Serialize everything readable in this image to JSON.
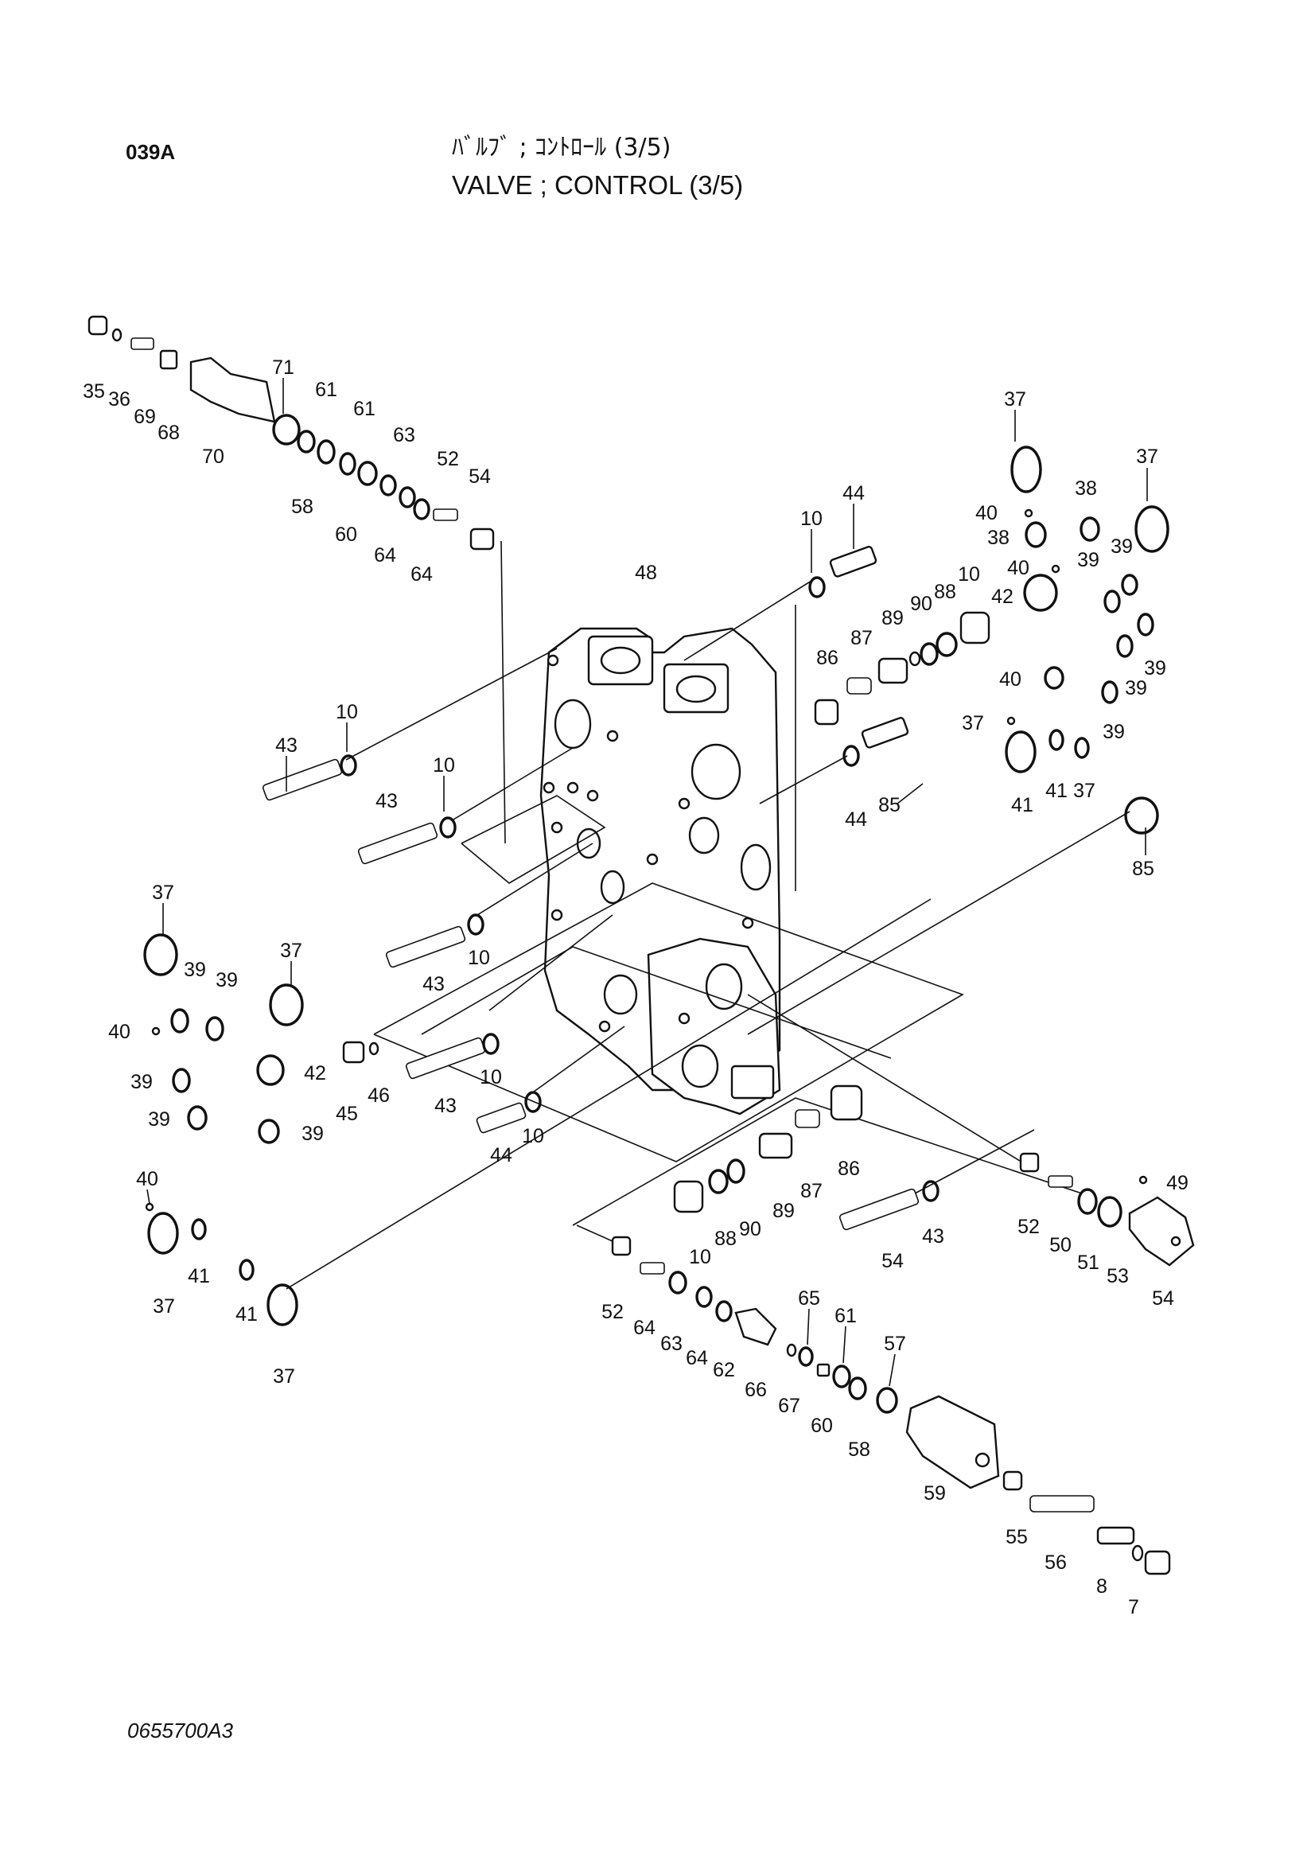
{
  "header": {
    "page_id": "039A",
    "title_jp": "ﾊﾞﾙﾌﾞ ; ｺﾝﾄﾛｰﾙ (3/5)",
    "title_en": "VALVE ; CONTROL (3/5)"
  },
  "footer": {
    "drawing_number": "0655700A3"
  },
  "callouts": [
    "35",
    "36",
    "69",
    "68",
    "70",
    "71",
    "58",
    "61",
    "60",
    "61",
    "64",
    "63",
    "64",
    "52",
    "54",
    "48",
    "10",
    "44",
    "10",
    "43",
    "10",
    "43",
    "10",
    "43",
    "10",
    "43",
    "10",
    "44",
    "45",
    "46",
    "42",
    "39",
    "37",
    "37",
    "39",
    "39",
    "40",
    "39",
    "39",
    "40",
    "41",
    "37",
    "41",
    "37",
    "37",
    "40",
    "38",
    "38",
    "40",
    "42",
    "37",
    "39",
    "39",
    "39",
    "39",
    "39",
    "40",
    "37",
    "41",
    "41",
    "37",
    "85",
    "86",
    "87",
    "89",
    "90",
    "88",
    "10",
    "44",
    "85",
    "86",
    "87",
    "89",
    "90",
    "88",
    "10",
    "43",
    "54",
    "52",
    "50",
    "51",
    "53",
    "49",
    "54",
    "52",
    "64",
    "63",
    "64",
    "62",
    "66",
    "67",
    "65",
    "60",
    "61",
    "58",
    "57",
    "59",
    "55",
    "56",
    "8",
    "7"
  ]
}
